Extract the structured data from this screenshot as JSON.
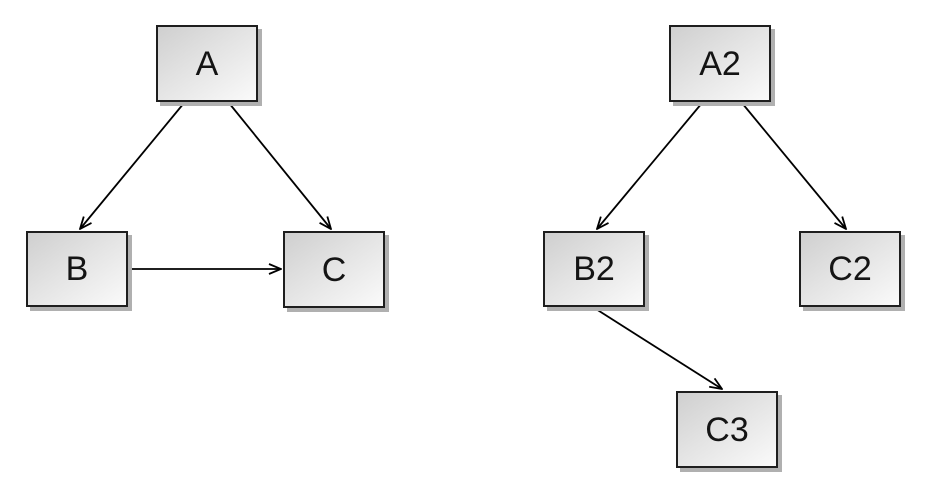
{
  "style": {
    "page_background": "#ffffff",
    "node_fill_top": "#cfcfcf",
    "node_fill_bottom": "#fafafa",
    "node_border": "#1e1e1e",
    "node_shadow": "#b0b0b0",
    "node_text": "#141414",
    "edge_color": "#000000"
  },
  "diagrams": [
    {
      "name": "left-graph",
      "nodes": [
        {
          "id": "A",
          "label": "A"
        },
        {
          "id": "B",
          "label": "B"
        },
        {
          "id": "C",
          "label": "C"
        }
      ],
      "edges": [
        {
          "from": "A",
          "to": "B"
        },
        {
          "from": "A",
          "to": "C"
        },
        {
          "from": "B",
          "to": "C"
        }
      ]
    },
    {
      "name": "right-graph",
      "nodes": [
        {
          "id": "A2",
          "label": "A2"
        },
        {
          "id": "B2",
          "label": "B2"
        },
        {
          "id": "C2",
          "label": "C2"
        },
        {
          "id": "C3",
          "label": "C3"
        }
      ],
      "edges": [
        {
          "from": "A2",
          "to": "B2"
        },
        {
          "from": "A2",
          "to": "C2"
        },
        {
          "from": "B2",
          "to": "C3"
        }
      ]
    }
  ]
}
